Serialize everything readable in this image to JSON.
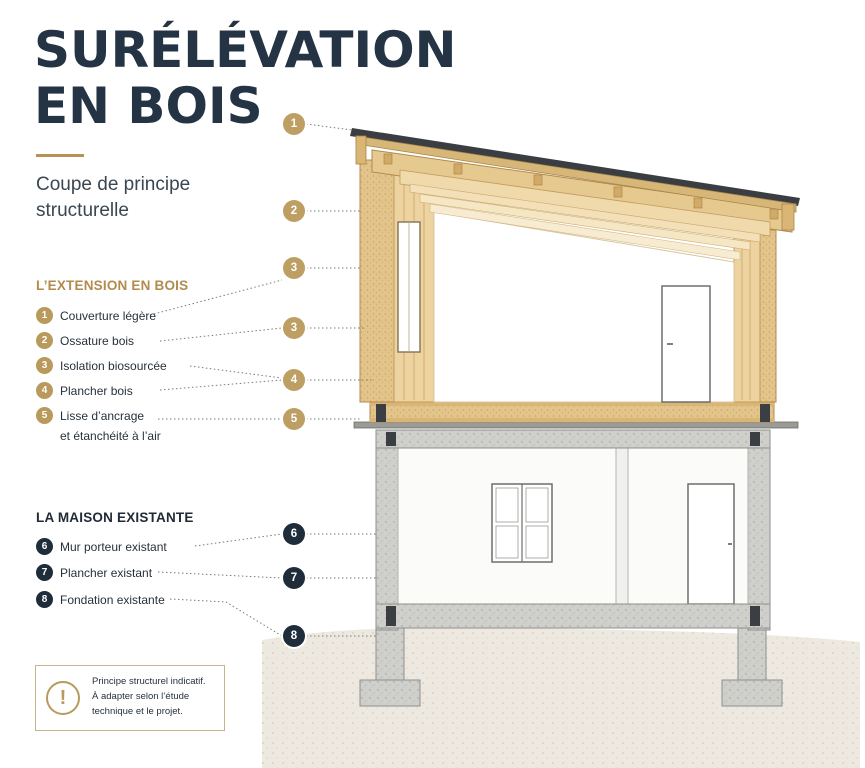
{
  "title": {
    "line1": "SURÉLÉVATION",
    "line2": "EN BOIS"
  },
  "subtitle": {
    "line1": "Coupe de principe",
    "line2": "structurelle"
  },
  "extension": {
    "heading": "L’EXTENSION EN BOIS",
    "items": [
      {
        "num": "1",
        "label": "Couverture légère"
      },
      {
        "num": "2",
        "label": "Ossature bois"
      },
      {
        "num": "3",
        "label": "Isolation biosourcée"
      },
      {
        "num": "4",
        "label": "Plancher bois"
      },
      {
        "num": "5",
        "label": "Lisse d’ancrage",
        "label2": "et étanchéité à l’air"
      }
    ]
  },
  "existing": {
    "heading": "LA MAISON EXISTANTE",
    "items": [
      {
        "num": "6",
        "label": "Mur porteur existant"
      },
      {
        "num": "7",
        "label": "Plancher existant"
      },
      {
        "num": "8",
        "label": "Fondation existante"
      }
    ]
  },
  "callouts": [
    "1",
    "2",
    "3",
    "3",
    "4",
    "5",
    "6",
    "7",
    "8"
  ],
  "note": {
    "icon": "!",
    "line1": "Principe structurel indicatif.",
    "line2": "À adapter selon l’étude",
    "line3": "technique et le projet."
  },
  "colors": {
    "gold": "#b99a5c",
    "navy": "#1f2d3b",
    "wood": "#e6c98f",
    "concrete": "#c9c9c6"
  }
}
